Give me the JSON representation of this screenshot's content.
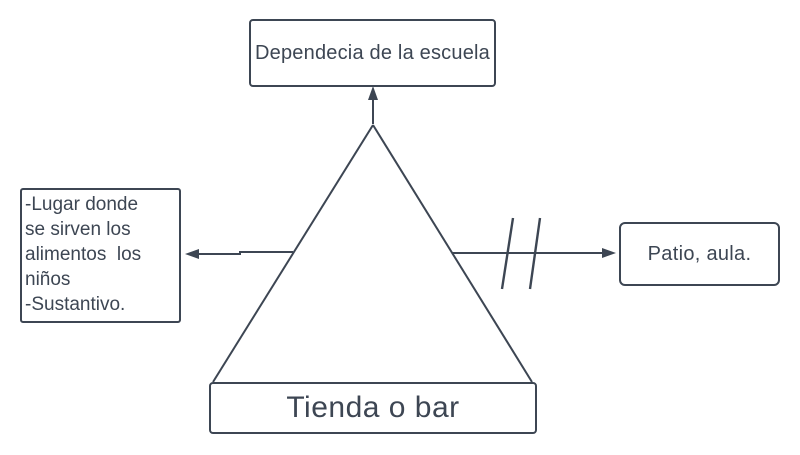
{
  "colors": {
    "stroke": "#3d4653",
    "text": "#3d4653",
    "canvas_background": "#ffffff"
  },
  "nodes": {
    "top": {
      "label": "Dependecia de la escuela"
    },
    "left": {
      "lines": [
        "-Lugar donde",
        "se sirven los",
        "alimentos  los",
        "niños",
        "-Sustantivo."
      ]
    },
    "right": {
      "label": "Patio, aula."
    },
    "bottom": {
      "label": "Tienda o bar"
    }
  }
}
